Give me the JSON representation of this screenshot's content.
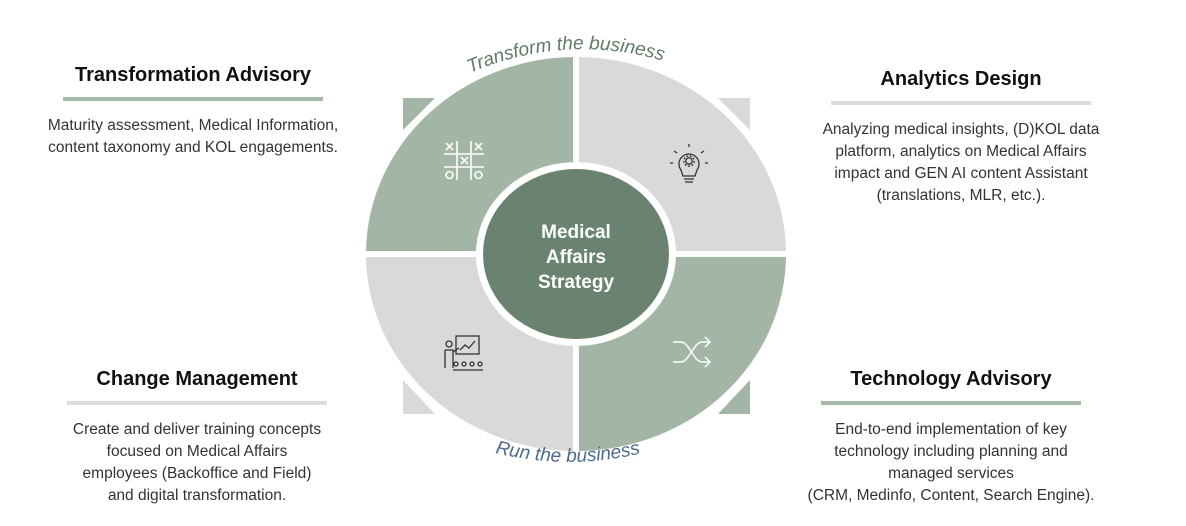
{
  "center": {
    "line1": "Medical",
    "line2": "Affairs",
    "line3": "Strategy"
  },
  "arcs": {
    "top": "Transform the business",
    "bottom": "Run the business"
  },
  "blocks": {
    "top_left": {
      "title": "Transformation Advisory",
      "text": "Maturity assessment, Medical Information,\ncontent taxonomy and KOL engagements."
    },
    "top_right": {
      "title": "Analytics Design",
      "text": "Analyzing medical insights, (D)KOL data\nplatform, analytics on Medical Affairs\nimpact and GEN AI content Assistant\n(translations, MLR, etc.)."
    },
    "bottom_left": {
      "title": "Change Management",
      "text": "Create and deliver training concepts\nfocused on Medical Affairs\nemployees (Backoffice and Field)\nand digital transformation."
    },
    "bottom_right": {
      "title": "Technology Advisory",
      "text": "End-to-end implementation of key\ntechnology including planning and\nmanaged services\n(CRM, Medinfo, Content, Search Engine)."
    }
  },
  "icons": {
    "top_left": "tic-tac-toe-icon",
    "top_right": "lightbulb-gear-icon",
    "bottom_left": "presentation-teacher-icon",
    "bottom_right": "shuffle-arrows-icon"
  },
  "colors": {
    "sage": "#a3b5a4",
    "light_gray": "#d9d9d9",
    "center": "#6a8370",
    "arc_text_top": "#5f7a66",
    "arc_text_bottom": "#4d6b8a"
  }
}
